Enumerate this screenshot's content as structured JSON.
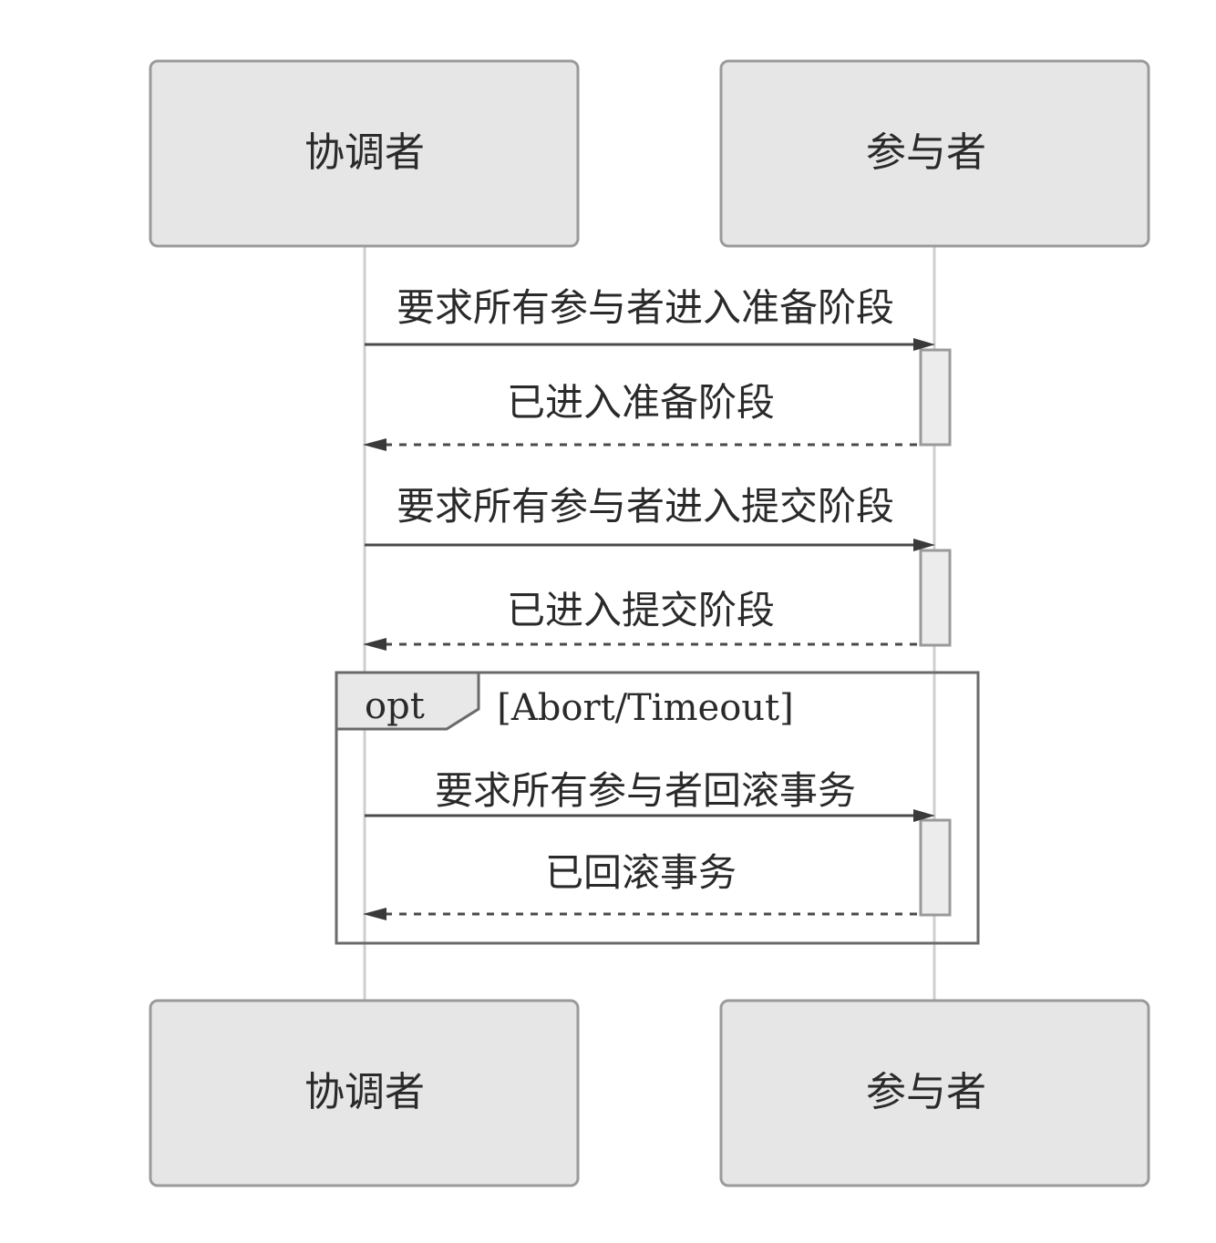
{
  "actors": [
    {
      "id": "coordinator",
      "label": "协调者"
    },
    {
      "id": "participant",
      "label": "参与者"
    }
  ],
  "messages": [
    {
      "from": "coordinator",
      "to": "participant",
      "style": "solid",
      "label": "要求所有参与者进入准备阶段"
    },
    {
      "from": "participant",
      "to": "coordinator",
      "style": "dashed",
      "label": "已进入准备阶段"
    },
    {
      "from": "coordinator",
      "to": "participant",
      "style": "solid",
      "label": "要求所有参与者进入提交阶段"
    },
    {
      "from": "participant",
      "to": "coordinator",
      "style": "dashed",
      "label": "已进入提交阶段"
    },
    {
      "from": "coordinator",
      "to": "participant",
      "style": "solid",
      "label": "要求所有参与者回滚事务"
    },
    {
      "from": "participant",
      "to": "coordinator",
      "style": "dashed",
      "label": "已回滚事务"
    }
  ],
  "fragment": {
    "kind": "opt",
    "guard": "[Abort/Timeout]"
  },
  "colors": {
    "actor_fill": "#e6e6e6",
    "actor_stroke": "#9a9a9a",
    "lifeline": "#cfcfcf",
    "message": "#4a4a4a"
  }
}
